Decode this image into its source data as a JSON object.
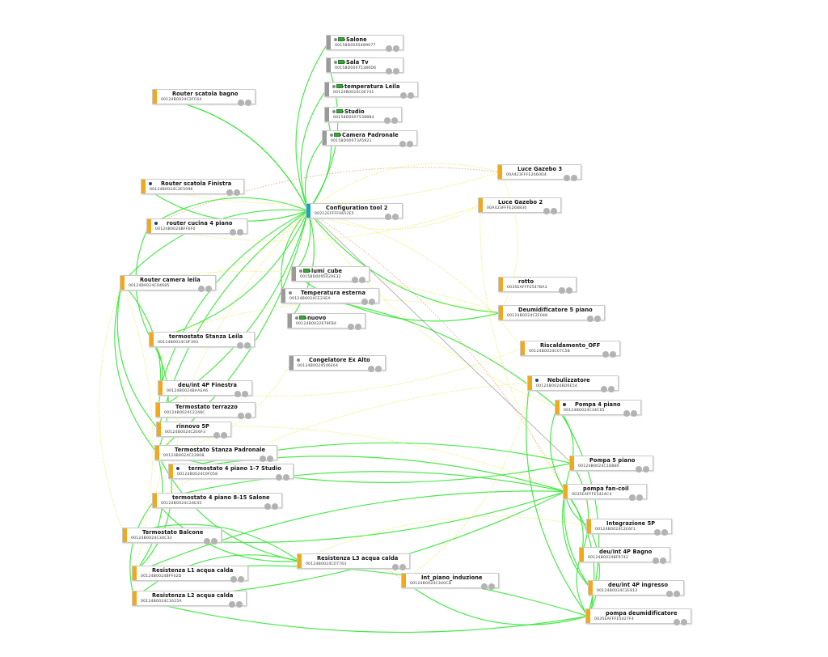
{
  "colors": {
    "router": "#f3a81b",
    "endpoint": "#9a9a9a",
    "coordinator": "#1aa7b5",
    "link_strong": "#39e639",
    "link_medium": "#f0ec6a",
    "link_weak": "#f26b3a",
    "status_blue": "#23408f"
  },
  "nodes": [
    {
      "id": "salone",
      "name": "Salone",
      "addr": "00158D0005489077",
      "type": "endpoint",
      "battery": true
    },
    {
      "id": "sala-tv",
      "name": "Sala Tv",
      "addr": "00158D00075380D6",
      "type": "endpoint",
      "battery": true
    },
    {
      "id": "temperatura-leila",
      "name": "temperatura Leila",
      "addr": "00124B0024C0E741",
      "type": "endpoint",
      "battery": true
    },
    {
      "id": "studio",
      "name": "Studio",
      "addr": "00158D0007538B84",
      "type": "endpoint",
      "battery": true
    },
    {
      "id": "camera-padronale",
      "name": "Camera Padronale",
      "addr": "00158D00073A5921",
      "type": "endpoint",
      "battery": true
    },
    {
      "id": "router-scatola-bagno",
      "name": "Router scatola bagno",
      "addr": "00124B0024C2FC64",
      "type": "router"
    },
    {
      "id": "router-scatola-finistra",
      "name": "Router scatola Finistra",
      "addr": "00124B0024C2E5096",
      "type": "router",
      "status": "blue"
    },
    {
      "id": "router-cucina-4-piano",
      "name": "router cucina 4 piano",
      "addr": "00124B0024BFF6F0",
      "type": "router",
      "status": "blue"
    },
    {
      "id": "configuration-tool-2",
      "name": "Configuration tool 2",
      "addr": "00212EFFFF0652E5",
      "type": "coordinator"
    },
    {
      "id": "luce-gazebo-3",
      "name": "Luce Gazebo 3",
      "addr": "00A423FFFE2660D4",
      "type": "router"
    },
    {
      "id": "luce-gazebo-2",
      "name": "Luce Gazebo 2",
      "addr": "00A423FFFE26B830",
      "type": "router"
    },
    {
      "id": "lumi-cube",
      "name": "lumi_cube",
      "addr": "00158D009542AE32",
      "type": "endpoint",
      "battery": true
    },
    {
      "id": "temperatura-esterna",
      "name": "Temperatura esterna",
      "addr": "00124B0024CE23EA",
      "type": "endpoint"
    },
    {
      "id": "nuovo",
      "name": "nuovo",
      "addr": "00124B0022678FB4",
      "type": "endpoint",
      "battery": true
    },
    {
      "id": "congelatore-ex-alto",
      "name": "Congelatore Ex Alto",
      "addr": "00124B0024546E64",
      "type": "endpoint"
    },
    {
      "id": "rotto",
      "name": "rotto",
      "addr": "0035EAFFFE547BA3",
      "type": "router"
    },
    {
      "id": "deumidificatore-5-piano",
      "name": "Deumidificatore 5 piano",
      "addr": "00124B0024C2F048",
      "type": "router"
    },
    {
      "id": "riscaldamento-off",
      "name": "Riscaldamento_OFF",
      "addr": "00124B0024C07C5B",
      "type": "router"
    },
    {
      "id": "router-camera-leila",
      "name": "Router camera leila",
      "addr": "00124B0024C04685",
      "type": "router"
    },
    {
      "id": "termostato-stanza-leila",
      "name": "termostato Stanza Leila",
      "addr": "00124B0024C0F393",
      "type": "router"
    },
    {
      "id": "deu-int-4p-finestra",
      "name": "deu/int 4P Finestra",
      "addr": "00124B0024BAAEA6",
      "type": "router"
    },
    {
      "id": "termostato-terrazzo",
      "name": "Termostato terrazzo",
      "addr": "00124B0024C2248C",
      "type": "router"
    },
    {
      "id": "rinnovo-5p",
      "name": "rinnovo 5P",
      "addr": "00124B0024C2E6F3",
      "type": "router"
    },
    {
      "id": "termostato-stanza-padronale",
      "name": "Termostato Stanza Padronale",
      "addr": "00124B0024C22808",
      "type": "router"
    },
    {
      "id": "termostato-4-piano-1-7-studio",
      "name": "termostato 4 piano 1-7 Studio",
      "addr": "00124B0024C0F058",
      "type": "router",
      "status": "blue"
    },
    {
      "id": "termostato-4-piano-8-15-salone",
      "name": "termostato 4 piano 8-15 Salone",
      "addr": "00124B0024C24E45",
      "type": "router"
    },
    {
      "id": "termostato-balcone",
      "name": "Termostato Balcone",
      "addr": "00124B0024C34C33",
      "type": "router"
    },
    {
      "id": "resistenza-l1",
      "name": "Resistenza L1 acqua calda",
      "addr": "00124B0024BFF02D",
      "type": "router"
    },
    {
      "id": "resistenza-l2",
      "name": "Resistenza L2 acqua calda",
      "addr": "00124B0024C1615A",
      "type": "router"
    },
    {
      "id": "resistenza-l3",
      "name": "Resistenza L3 acqua calda",
      "addr": "00124B0024C07763",
      "type": "router"
    },
    {
      "id": "int-piano-induzione",
      "name": "Int_piano_induzione",
      "addr": "00124B0024C340CD",
      "type": "router"
    },
    {
      "id": "nebulizzatore",
      "name": "Nebulizzatore",
      "addr": "00124B0024BD6E54",
      "type": "router",
      "status": "blue"
    },
    {
      "id": "pompa-4-piano",
      "name": "Pompa 4 piano",
      "addr": "00124B0024C34C65",
      "type": "router",
      "status": "dark"
    },
    {
      "id": "pompa-5-piano",
      "name": "Pompa 5 piano",
      "addr": "00124B0024C1BB80",
      "type": "router"
    },
    {
      "id": "pompa-fan-coil",
      "name": "pompa fan-coil",
      "addr": "0035EAFFFE5424C4",
      "type": "router"
    },
    {
      "id": "integrazione-5p",
      "name": "Integrazione 5P",
      "addr": "00124B0024C2E6F1",
      "type": "router"
    },
    {
      "id": "deu-int-4p-bagno",
      "name": "deu/int 4P Bagno",
      "addr": "00124B0024BF9742",
      "type": "router"
    },
    {
      "id": "deu-int-4p-ingresso",
      "name": "deu/int 4P ingresso",
      "addr": "00124B0024C2E812",
      "type": "router"
    },
    {
      "id": "pompa-deumidificatore",
      "name": "pompa deumidificatore",
      "addr": "0035EAFFFE5427F4",
      "type": "router"
    }
  ],
  "links": [
    {
      "from": "configuration-tool-2",
      "to": "salone",
      "q": "strong"
    },
    {
      "from": "configuration-tool-2",
      "to": "sala-tv",
      "q": "strong"
    },
    {
      "from": "configuration-tool-2",
      "to": "temperatura-leila",
      "q": "strong"
    },
    {
      "from": "configuration-tool-2",
      "to": "studio",
      "q": "strong"
    },
    {
      "from": "configuration-tool-2",
      "to": "camera-padronale",
      "q": "strong"
    },
    {
      "from": "configuration-tool-2",
      "to": "router-scatola-bagno",
      "q": "strong"
    },
    {
      "from": "configuration-tool-2",
      "to": "router-scatola-finistra",
      "q": "strong"
    },
    {
      "from": "configuration-tool-2",
      "to": "router-cucina-4-piano",
      "q": "strong"
    },
    {
      "from": "configuration-tool-2",
      "to": "luce-gazebo-3",
      "q": "medium"
    },
    {
      "from": "configuration-tool-2",
      "to": "luce-gazebo-2",
      "q": "medium"
    },
    {
      "from": "configuration-tool-2",
      "to": "lumi-cube",
      "q": "strong"
    },
    {
      "from": "configuration-tool-2",
      "to": "temperatura-esterna",
      "q": "strong"
    },
    {
      "from": "configuration-tool-2",
      "to": "nuovo",
      "q": "strong"
    },
    {
      "from": "configuration-tool-2",
      "to": "router-camera-leila",
      "q": "strong"
    },
    {
      "from": "configuration-tool-2",
      "to": "termostato-stanza-leila",
      "q": "strong"
    },
    {
      "from": "configuration-tool-2",
      "to": "deu-int-4p-finestra",
      "q": "strong"
    },
    {
      "from": "configuration-tool-2",
      "to": "termostato-terrazzo",
      "q": "strong"
    },
    {
      "from": "configuration-tool-2",
      "to": "rinnovo-5p",
      "q": "strong"
    },
    {
      "from": "configuration-tool-2",
      "to": "termostato-stanza-padronale",
      "q": "strong"
    },
    {
      "from": "configuration-tool-2",
      "to": "deumidificatore-5-piano",
      "q": "strong"
    },
    {
      "from": "configuration-tool-2",
      "to": "pompa-fan-coil",
      "q": "weak"
    },
    {
      "from": "configuration-tool-2",
      "to": "pompa-4-piano",
      "q": "medium"
    },
    {
      "from": "configuration-tool-2",
      "to": "riscaldamento-off",
      "q": "medium"
    },
    {
      "from": "configuration-tool-2",
      "to": "termostato-4-piano-8-15-salone",
      "q": "medium"
    },
    {
      "from": "luce-gazebo-3",
      "to": "router-scatola-finistra",
      "q": "medium"
    },
    {
      "from": "luce-gazebo-3",
      "to": "router-cucina-4-piano",
      "q": "weak"
    },
    {
      "from": "luce-gazebo-2",
      "to": "router-cucina-4-piano",
      "q": "medium"
    },
    {
      "from": "deumidificatore-5-piano",
      "to": "router-camera-leila",
      "q": "medium"
    },
    {
      "from": "deumidificatore-5-piano",
      "to": "lumi-cube",
      "q": "strong"
    },
    {
      "from": "deumidificatore-5-piano",
      "to": "termostato-stanza-leila",
      "q": "medium"
    },
    {
      "from": "riscaldamento-off",
      "to": "deu-int-4p-finestra",
      "q": "medium"
    },
    {
      "from": "pompa-4-piano",
      "to": "temperatura-esterna",
      "q": "strong"
    },
    {
      "from": "pompa-4-piano",
      "to": "pompa-deumidificatore",
      "q": "strong"
    },
    {
      "from": "pompa-4-piano",
      "to": "pompa-fan-coil",
      "q": "strong"
    },
    {
      "from": "pompa-4-piano",
      "to": "pompa-5-piano",
      "q": "strong"
    },
    {
      "from": "pompa-5-piano",
      "to": "termostato-4-piano-1-7-studio",
      "q": "strong"
    },
    {
      "from": "pompa-5-piano",
      "to": "termostato-stanza-padronale",
      "q": "strong"
    },
    {
      "from": "pompa-5-piano",
      "to": "deu-int-4p-ingresso",
      "q": "strong"
    },
    {
      "from": "pompa-5-piano",
      "to": "deu-int-4p-bagno",
      "q": "strong"
    },
    {
      "from": "pompa-fan-coil",
      "to": "termostato-4-piano-8-15-salone",
      "q": "strong"
    },
    {
      "from": "pompa-fan-coil",
      "to": "termostato-balcone",
      "q": "strong"
    },
    {
      "from": "pompa-fan-coil",
      "to": "resistenza-l1",
      "q": "strong"
    },
    {
      "from": "pompa-fan-coil",
      "to": "resistenza-l2",
      "q": "strong"
    },
    {
      "from": "pompa-fan-coil",
      "to": "integrazione-5p",
      "q": "strong"
    },
    {
      "from": "pompa-fan-coil",
      "to": "deu-int-4p-bagno",
      "q": "strong"
    },
    {
      "from": "pompa-fan-coil",
      "to": "deu-int-4p-ingresso",
      "q": "strong"
    },
    {
      "from": "pompa-fan-coil",
      "to": "pompa-deumidificatore",
      "q": "strong"
    },
    {
      "from": "pompa-fan-coil",
      "to": "rinnovo-5p",
      "q": "medium"
    },
    {
      "from": "pompa-deumidificatore",
      "to": "resistenza-l2",
      "q": "strong"
    },
    {
      "from": "pompa-deumidificatore",
      "to": "resistenza-l1",
      "q": "strong"
    },
    {
      "from": "pompa-deumidificatore",
      "to": "int-piano-induzione",
      "q": "strong"
    },
    {
      "from": "pompa-deumidificatore",
      "to": "integrazione-5p",
      "q": "strong"
    },
    {
      "from": "pompa-deumidificatore",
      "to": "deu-int-4p-bagno",
      "q": "strong"
    },
    {
      "from": "pompa-deumidificatore",
      "to": "deu-int-4p-ingresso",
      "q": "strong"
    },
    {
      "from": "resistenza-l3",
      "to": "termostato-stanza-padronale",
      "q": "strong"
    },
    {
      "from": "resistenza-l3",
      "to": "termostato-balcone",
      "q": "strong"
    },
    {
      "from": "resistenza-l3",
      "to": "int-piano-induzione",
      "q": "weak"
    },
    {
      "from": "resistenza-l3",
      "to": "resistenza-l2",
      "q": "strong"
    },
    {
      "from": "resistenza-l3",
      "to": "termostato-4-piano-8-15-salone",
      "q": "strong"
    },
    {
      "from": "resistenza-l1",
      "to": "termostato-stanza-padronale",
      "q": "strong"
    },
    {
      "from": "resistenza-l2",
      "to": "termostato-4-piano-8-15-salone",
      "q": "strong"
    },
    {
      "from": "resistenza-l1",
      "to": "termostato-4-piano-1-7-studio",
      "q": "strong"
    },
    {
      "from": "termostato-stanza-padronale",
      "to": "router-camera-leila",
      "q": "strong"
    },
    {
      "from": "termostato-stanza-padronale",
      "to": "termostato-stanza-leila",
      "q": "strong"
    },
    {
      "from": "rinnovo-5p",
      "to": "router-camera-leila",
      "q": "strong"
    },
    {
      "from": "termostato-terrazzo",
      "to": "router-camera-leila",
      "q": "strong"
    },
    {
      "from": "termostato-stanza-leila",
      "to": "router-cucina-4-piano",
      "q": "strong"
    },
    {
      "from": "deu-int-4p-finestra",
      "to": "termostato-stanza-leila",
      "q": "strong"
    },
    {
      "from": "termostato-4-piano-1-7-studio",
      "to": "pompa-fan-coil",
      "q": "strong"
    },
    {
      "from": "termostato-4-piano-1-7-studio",
      "to": "termostato-stanza-leila",
      "q": "medium"
    },
    {
      "from": "termostato-balcone",
      "to": "router-camera-leila",
      "q": "medium"
    },
    {
      "from": "resistenza-l1",
      "to": "router-camera-leila",
      "q": "medium"
    },
    {
      "from": "router-scatola-bagno",
      "to": "configuration-tool-2",
      "q": "strong"
    },
    {
      "from": "router-camera-leila",
      "to": "configuration-tool-2",
      "q": "medium"
    },
    {
      "from": "configuration-tool-2",
      "to": "pompa-5-piano",
      "q": "grey"
    },
    {
      "from": "nebulizzatore",
      "to": "pompa-deumidificatore",
      "q": "strong"
    },
    {
      "from": "nebulizzatore",
      "to": "int-piano-induzione",
      "q": "medium"
    },
    {
      "from": "nebulizzatore",
      "to": "termostato-4-piano-8-15-salone",
      "q": "medium"
    },
    {
      "from": "congelatore-ex-alto",
      "to": "termostato-stanza-padronale",
      "q": "medium"
    },
    {
      "from": "integrazione-5p",
      "to": "resistenza-l3",
      "q": "medium"
    },
    {
      "from": "luce-gazebo-3",
      "to": "deumidificatore-5-piano",
      "q": "medium"
    },
    {
      "from": "luce-gazebo-2",
      "to": "pompa-fan-coil",
      "q": "medium"
    }
  ]
}
